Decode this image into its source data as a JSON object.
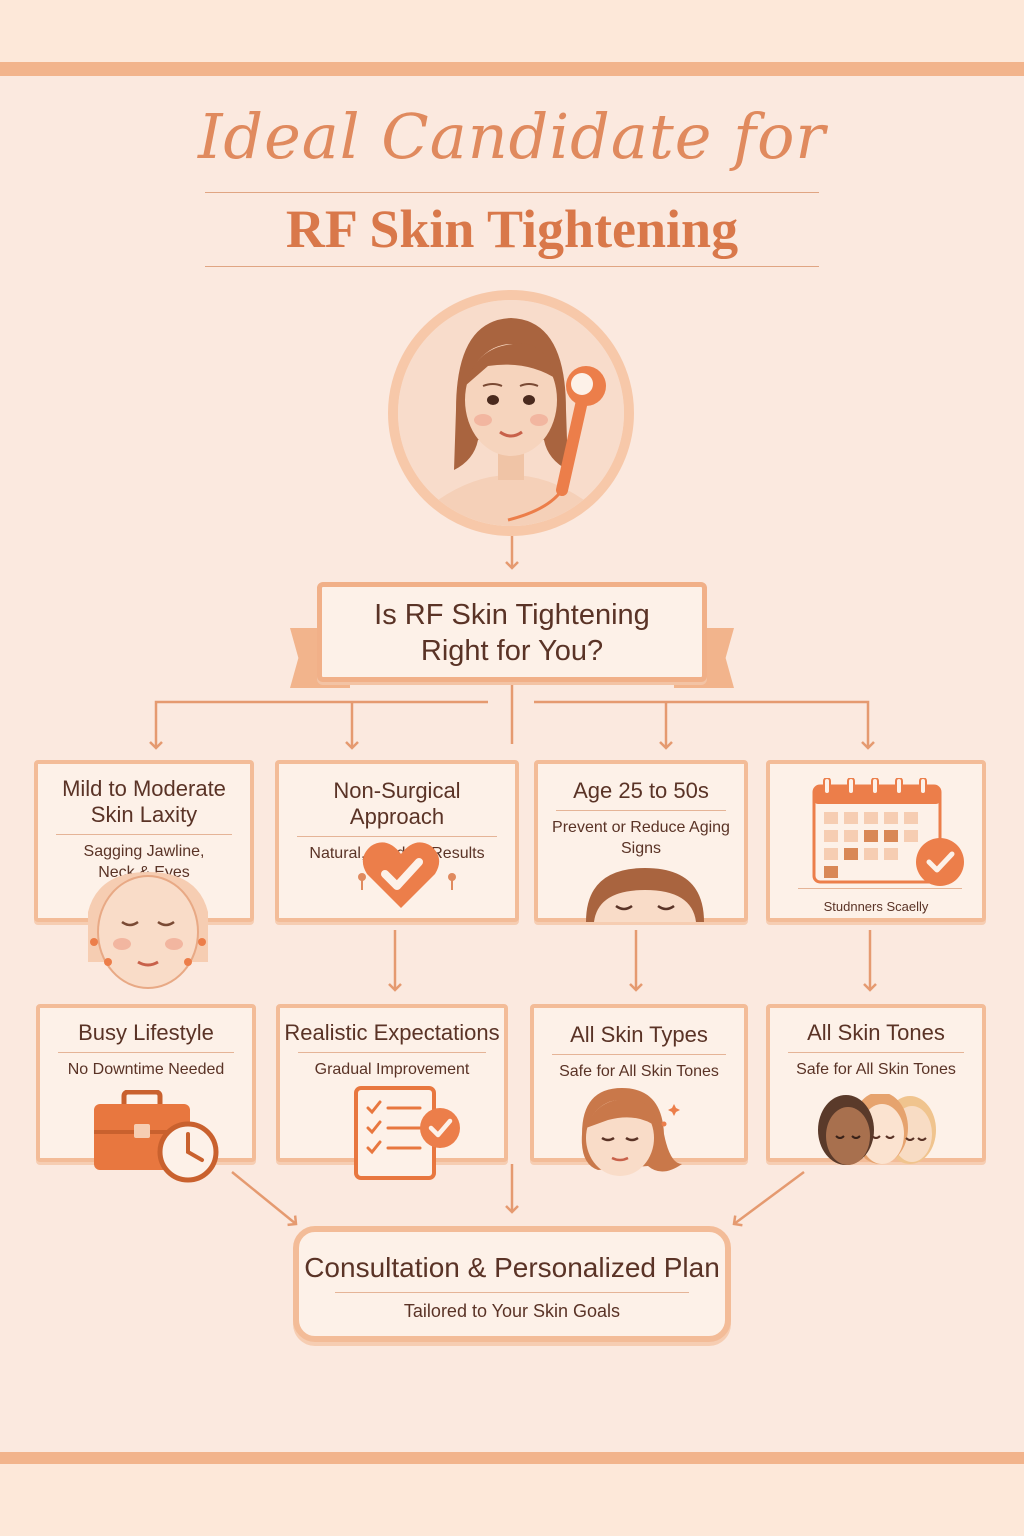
{
  "header": {
    "script_title": "Ideal Candidate for",
    "main_title": "RF Skin Tightening"
  },
  "question": {
    "line1": "Is RF Skin Tightening",
    "line2": "Right for You?"
  },
  "row1": [
    {
      "title": "Mild to Moderate Skin Laxity",
      "subtitle": "Sagging Jawline, Neck & Eyes",
      "icon": "face-icon"
    },
    {
      "title": "Non-Surgical Approach",
      "subtitle": "Natural, Gradual Results",
      "icon": "heart-check-icon"
    },
    {
      "title": "Age 25 to 50s",
      "subtitle": "Prevent or Reduce Aging Signs",
      "icon": "face-peek-icon"
    },
    {
      "title": "",
      "subtitle": "Studnners Scaelly",
      "icon": "calendar-check-icon"
    }
  ],
  "row2": [
    {
      "title": "Busy Lifestyle",
      "subtitle": "No Downtime Needed",
      "icon": "briefcase-clock-icon"
    },
    {
      "title": "Realistic Expectations",
      "subtitle": "Gradual Improvement",
      "icon": "checklist-icon"
    },
    {
      "title": "All Skin Types",
      "subtitle": "Safe for All Skin Tones",
      "icon": "woman-face-icon"
    },
    {
      "title": "All Skin Tones",
      "subtitle": "Safe for All Skin Tones",
      "icon": "three-faces-icon"
    }
  ],
  "final": {
    "title": "Consultation & Personalized Plan",
    "subtitle": "Tailored to Your Skin Goals"
  },
  "colors": {
    "accent": "#ec7e4a",
    "border": "#f3bc98",
    "text": "#5a3326",
    "background": "#fbe9df"
  }
}
